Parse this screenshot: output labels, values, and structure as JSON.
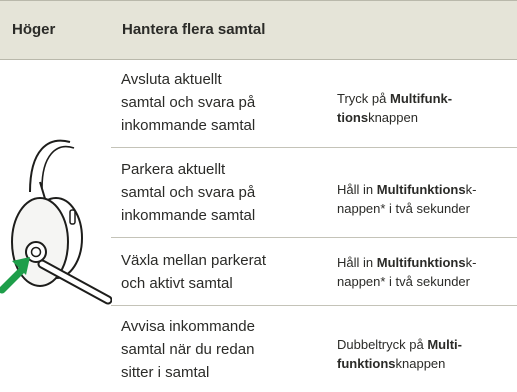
{
  "header": {
    "col1": "Höger",
    "col2": "Hantera flera samtal"
  },
  "rows": [
    {
      "action": [
        "Avsluta aktuellt",
        "samtal och svara på",
        "inkommande samtal"
      ],
      "btn": [
        [
          {
            "t": "Tryck på ",
            "b": false
          },
          {
            "t": "Multifunk-",
            "b": true
          }
        ],
        [
          {
            "t": "tions",
            "b": true
          },
          {
            "t": "knappen",
            "b": false
          }
        ]
      ]
    },
    {
      "action": [
        "Parkera aktuellt",
        "samtal och svara på",
        "inkommande samtal"
      ],
      "btn": [
        [
          {
            "t": "Håll in ",
            "b": false
          },
          {
            "t": "Multifunktions",
            "b": true
          },
          {
            "t": "k-",
            "b": false
          }
        ],
        [
          {
            "t": "nappen* i två sekunder",
            "b": false
          }
        ]
      ]
    },
    {
      "action": [
        "Växla mellan parkerat",
        "och aktivt samtal"
      ],
      "btn": [
        [
          {
            "t": "Håll in ",
            "b": false
          },
          {
            "t": "Multifunktions",
            "b": true
          },
          {
            "t": "k-",
            "b": false
          }
        ],
        [
          {
            "t": "nappen* i två sekunder",
            "b": false
          }
        ]
      ]
    },
    {
      "action": [
        "Avvisa inkommande",
        "samtal när du redan",
        "sitter i samtal"
      ],
      "btn": [
        [
          {
            "t": "Dubbeltryck på ",
            "b": false
          },
          {
            "t": "Multi-",
            "b": true
          }
        ],
        [
          {
            "t": "funktions",
            "b": true
          },
          {
            "t": "knappen",
            "b": false
          }
        ]
      ]
    }
  ],
  "colors": {
    "header_bg": "#e5e4d8",
    "arrow": "#1e9e4a",
    "headset": "#f5f5f3"
  },
  "icons": {
    "illustration": "headset-right-earcup-illustration",
    "arrow": "green-arrow-icon"
  }
}
